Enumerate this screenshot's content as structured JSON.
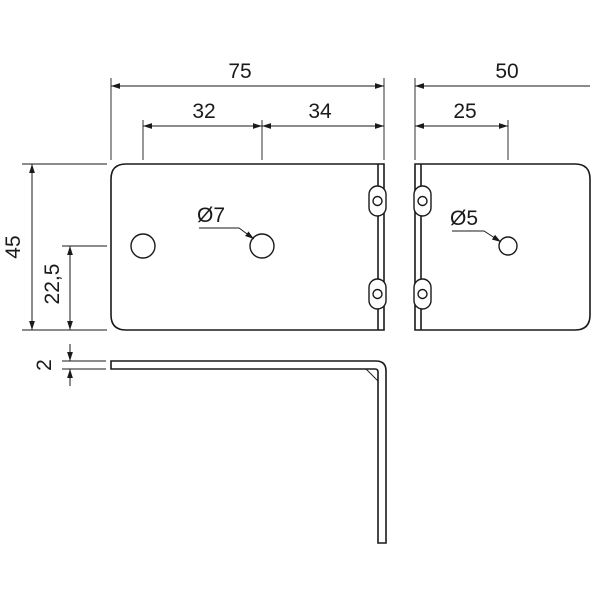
{
  "dimensions": {
    "overall_length": "75",
    "section_32": "32",
    "section_34": "34",
    "side_length": "50",
    "side_hole_offset": "25",
    "height": "45",
    "half_height": "22,5",
    "thickness": "2"
  },
  "holes": {
    "large_hole_diameter": "Ø7",
    "small_hole_diameter": "Ø5"
  }
}
